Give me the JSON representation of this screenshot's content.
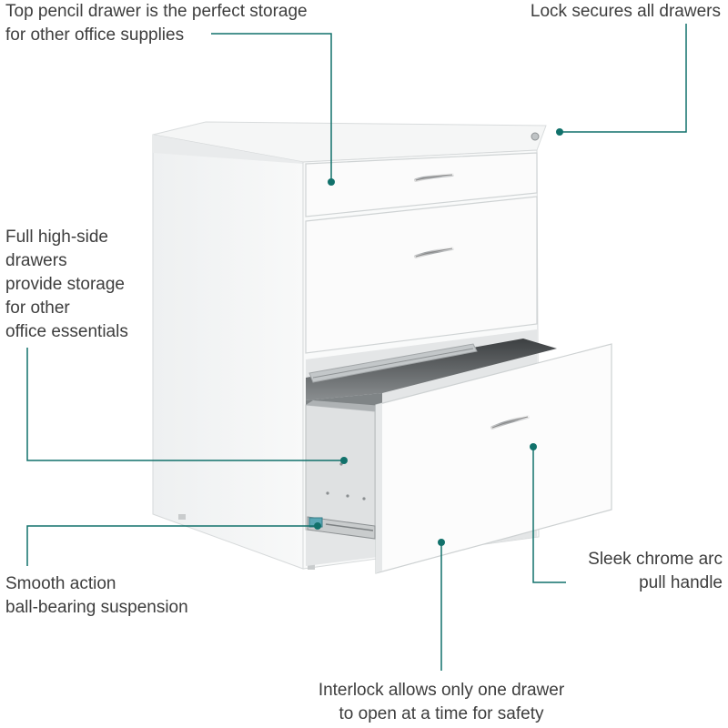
{
  "accent_color": "#11716b",
  "product_color": "#ffffff",
  "callouts": {
    "pencil_drawer": {
      "line1": "Top pencil drawer is the perfect storage",
      "line2": "for other office supplies"
    },
    "lock": {
      "line1": "Lock secures all drawers"
    },
    "high_side": {
      "line1": "Full high-side",
      "line2": "drawers",
      "line3": "provide storage",
      "line4": "for other",
      "line5": "office essentials"
    },
    "suspension": {
      "line1": "Smooth action",
      "line2": "ball-bearing suspension"
    },
    "handle": {
      "line1": "Sleek chrome arc",
      "line2": "pull handle"
    },
    "interlock": {
      "line1": "Interlock allows only one drawer",
      "line2": "to open at a time for safety"
    }
  }
}
